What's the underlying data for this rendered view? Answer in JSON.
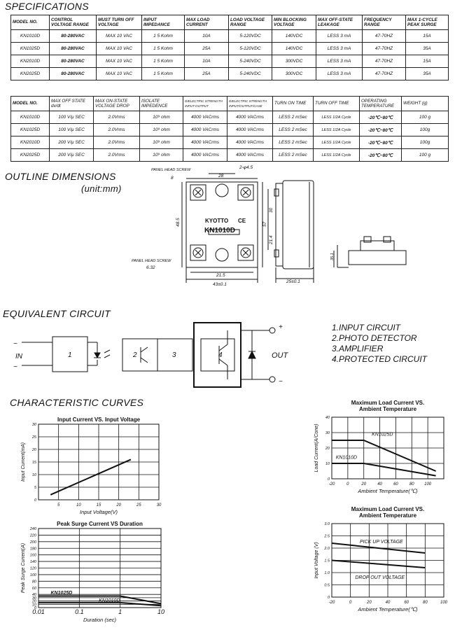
{
  "sections": {
    "specifications": "SPECIFICATIONS",
    "outline": "OUTLINE DIMENSIONS",
    "outline_unit": "(unit:mm)",
    "equivalent": "EQUIVALENT  CIRCUIT",
    "curves": "CHARACTERISTIC  CURVES"
  },
  "table1": {
    "headers": [
      "MODEL NO.",
      "CONTROL VOLTAGE RANGE",
      "MUST TURN OFF VOLTAGE",
      "INPUT IMPEDANCE",
      "MAX LOAD CURRENT",
      "LOAD VOLTAGE RANGE",
      "MIN BLOCKING VOLTAGE",
      "MAX OFF-STATE LEAKAGE",
      "FREQUENCY RANGE",
      "MAX 1-CYCLE PEAK SURGE"
    ],
    "rows": [
      [
        "KN1010D",
        "80-280VAC",
        "MAX 10  VAC",
        "1 5 Kohm",
        "10A",
        "5-120VDC",
        "140VDC",
        "LESS 3 mA",
        "47-70HZ",
        "15A"
      ],
      [
        "KN1025D",
        "80-280VAC",
        "MAX 10  VAC",
        "1 5 Kohm",
        "25A",
        "5-120VDC",
        "140VDC",
        "LESS 3 mA",
        "47-70HZ",
        "35A"
      ],
      [
        "KN2010D",
        "80-280VAC",
        "MAX 10  VAC",
        "1 5 Kohm",
        "10A",
        "5-240VDC",
        "300VDC",
        "LESS 3 mA",
        "47-70HZ",
        "15A"
      ],
      [
        "KN2025D",
        "80-280VAC",
        "MAX 10  VAC",
        "1 5 Kohm",
        "25A",
        "5-240VDC",
        "300VDC",
        "LESS 3 mA",
        "47-70HZ",
        "35A"
      ]
    ]
  },
  "table2": {
    "headers": [
      "MODEL NO.",
      "MAX OFF STATE dv/dt",
      "MAX ON-STATE VOLTAGE DROP",
      "ISOLATE IMPEDENCE",
      "DIELECTRIC STRENGTH INPUT-OUTPUT",
      "DIELECTRIC STRENGTH INPUT/OUTPUT/CASE",
      "TURN ON TIME",
      "TURN OFF TIME",
      "OPERATING TEMPERATURE",
      "WEIGHT (g)"
    ],
    "rows": [
      [
        "KN1010D",
        "100 V/μ SEC",
        "2.0Vrms",
        "10⁹ ohm",
        "4000 VACrms",
        "4000 VACrms",
        "LESS 2 mSec",
        "LESS 1/2A Cycle",
        "-20℃~80℃",
        "100 g"
      ],
      [
        "KN1025D",
        "100 V/μ SEC",
        "2.0Vrms",
        "10⁹ ohm",
        "4000 VACrms",
        "4000 VACrms",
        "LESS 2 mSec",
        "LESS 1/2A Cycle",
        "-20℃~80℃",
        "100g"
      ],
      [
        "KN2010D",
        "200 V/μ SEC",
        "2.0Vrms",
        "10⁹ ohm",
        "4000 VACrms",
        "4000 VACrms",
        "LESS 2 mSec",
        "LESS 1/2A Cycle",
        "-20℃~80℃",
        "100g"
      ],
      [
        "KN2025D",
        "200 V/μ SEC",
        "2.0Vrms",
        "10⁹ ohm",
        "4000 VACrms",
        "4000 VACrms",
        "LESS 2 mSec",
        "LESS 1/2A Cycle",
        "-20℃~80℃",
        "100 g"
      ]
    ]
  },
  "outline": {
    "panel_screw_top": "PANEL HEAD SCREW",
    "panel_screw_bottom": "PANEL HEAD SCREW",
    "screw_size": "6.32",
    "brand": "KYOTTO",
    "model": "KN1010D",
    "ce": "CE",
    "dims": {
      "top": "28",
      "hole": "2-φ4.5",
      "left_small": "8",
      "height": "48.5",
      "h57": "57",
      "h30": "30",
      "h214": "21.4",
      "w215": "21.5",
      "w43": "43±0.1",
      "depth": "25±0.1",
      "side": "35.1"
    }
  },
  "circuit": {
    "in_label": "IN",
    "out_label": "OUT",
    "plus": "+",
    "minus": "−",
    "tilde": "~",
    "blocks": [
      "1",
      "2",
      "3",
      "4"
    ],
    "legend": [
      "1.INPUT  CIRCUIT",
      "2.PHOTO DETECTOR",
      "3.AMPLIFIER",
      "4.PROTECTED  CIRCUIT"
    ]
  },
  "chart_data": [
    {
      "type": "line",
      "title": "Input Current VS. Input Voltage",
      "xlabel": "Input  Voltage(V)",
      "ylabel": "Input Current(mA)",
      "xlim": [
        0,
        30
      ],
      "ylim": [
        0,
        30
      ],
      "xticks": [
        "5",
        "10",
        "15",
        "20",
        "25",
        "30"
      ],
      "yticks": [
        "0",
        "5",
        "10",
        "15",
        "20",
        "25",
        "30"
      ],
      "series": [
        {
          "x": [
            3,
            23
          ],
          "y": [
            2,
            16
          ]
        }
      ]
    },
    {
      "type": "line",
      "title": "Maximum Load Current VS. Ambient Temperature",
      "xlabel": "Ambient Temperature(℃)",
      "ylabel": "Load Current(A/Cone)",
      "xlim": [
        -20,
        120
      ],
      "ylim": [
        0,
        40
      ],
      "xticks": [
        "-20",
        "0",
        "20",
        "40",
        "60",
        "80",
        "100"
      ],
      "yticks": [
        "0",
        "10",
        "20",
        "30",
        "40"
      ],
      "series": [
        {
          "name": "KN1025D",
          "x": [
            -20,
            20,
            110
          ],
          "y": [
            25,
            25,
            5
          ]
        },
        {
          "name": "KN1010D",
          "x": [
            -20,
            20,
            110
          ],
          "y": [
            10,
            10,
            2
          ]
        }
      ]
    },
    {
      "type": "line",
      "title": "Peak Surge Current VS Duration",
      "xlabel": "Duration (sec)",
      "ylabel": "Peak Surge Current(A)",
      "xscale": "log",
      "xlim": [
        0.01,
        10
      ],
      "ylim": [
        0,
        240
      ],
      "xticks": [
        "0.01",
        "0.1",
        "1",
        "10"
      ],
      "yticks": [
        "0",
        "10",
        "20",
        "30",
        "40",
        "60",
        "80",
        "100",
        "120",
        "140",
        "160",
        "180",
        "200",
        "220",
        "240"
      ],
      "series": [
        {
          "name": "KN1025D",
          "x": [
            0.01,
            1,
            10
          ],
          "y": [
            35,
            35,
            12
          ]
        },
        {
          "name": "KN1010D",
          "x": [
            0.01,
            1,
            10
          ],
          "y": [
            15,
            15,
            6
          ]
        }
      ]
    },
    {
      "type": "line",
      "title": "Maximum Load Current VS. Ambient Temperature",
      "xlabel": "Ambient Temperature(℃)",
      "ylabel": "Input Voltage (V)",
      "xlim": [
        -20,
        100
      ],
      "ylim": [
        0,
        3.0
      ],
      "xticks": [
        "-20",
        "0",
        "20",
        "40",
        "60",
        "80",
        "100"
      ],
      "yticks": [
        "0",
        "0.5",
        "1.0",
        "1.5",
        "2.0",
        "2.5",
        "3.0"
      ],
      "series": [
        {
          "name": "PICK UP VOLTAGE",
          "x": [
            -20,
            80
          ],
          "y": [
            2.2,
            1.8
          ]
        },
        {
          "name": "DROP OUT VOLTAGE",
          "x": [
            -20,
            80
          ],
          "y": [
            1.5,
            1.2
          ]
        }
      ]
    }
  ]
}
